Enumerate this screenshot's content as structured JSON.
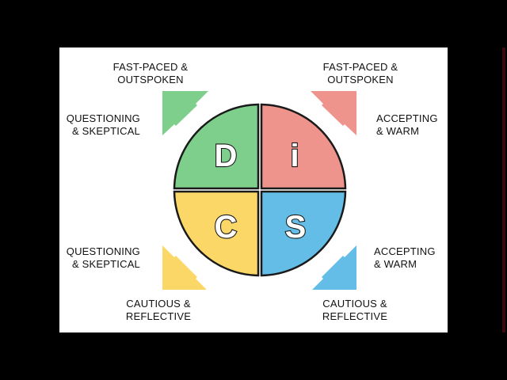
{
  "colors": {
    "d": "#7fcf8c",
    "i": "#ef948d",
    "s": "#64bde6",
    "c": "#fbd767",
    "outline": "#1a1a1a"
  },
  "quadrants": {
    "d": "D",
    "i": "i",
    "c": "C",
    "s": "S"
  },
  "labels": {
    "top_left": {
      "line1": "FAST-PACED &",
      "line2": "OUTSPOKEN"
    },
    "top_right": {
      "line1": "FAST-PACED &",
      "line2": "OUTSPOKEN"
    },
    "upper_left": {
      "line1": "QUESTIONING",
      "line2": "& SKEPTICAL"
    },
    "upper_right": {
      "line1": "ACCEPTING",
      "line2": "& WARM"
    },
    "lower_left": {
      "line1": "QUESTIONING",
      "line2": "& SKEPTICAL"
    },
    "lower_right": {
      "line1": "ACCEPTING",
      "line2": "& WARM"
    },
    "bottom_left": {
      "line1": "CAUTIOUS &",
      "line2": "REFLECTIVE"
    },
    "bottom_right": {
      "line1": "CAUTIOUS &",
      "line2": "REFLECTIVE"
    }
  }
}
